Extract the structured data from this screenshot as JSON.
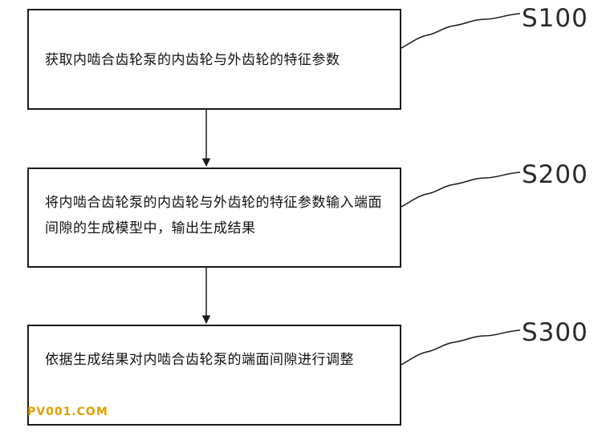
{
  "steps": [
    {
      "id": "S100",
      "text": "获取内啮合齿轮泵的内齿轮与外齿轮的特征参数"
    },
    {
      "id": "S200",
      "text": "将内啮合齿轮泵的内齿轮与外齿轮的特征参数输入端面间隙的生成模型中，输出生成结果"
    },
    {
      "id": "S300",
      "text": "依据生成结果对内啮合齿轮泵的端面间隙进行调整"
    }
  ],
  "watermark": "PV001.COM",
  "colors": {
    "line": "#1a1a1a",
    "text": "#111111",
    "watermark": "#e0a000"
  }
}
